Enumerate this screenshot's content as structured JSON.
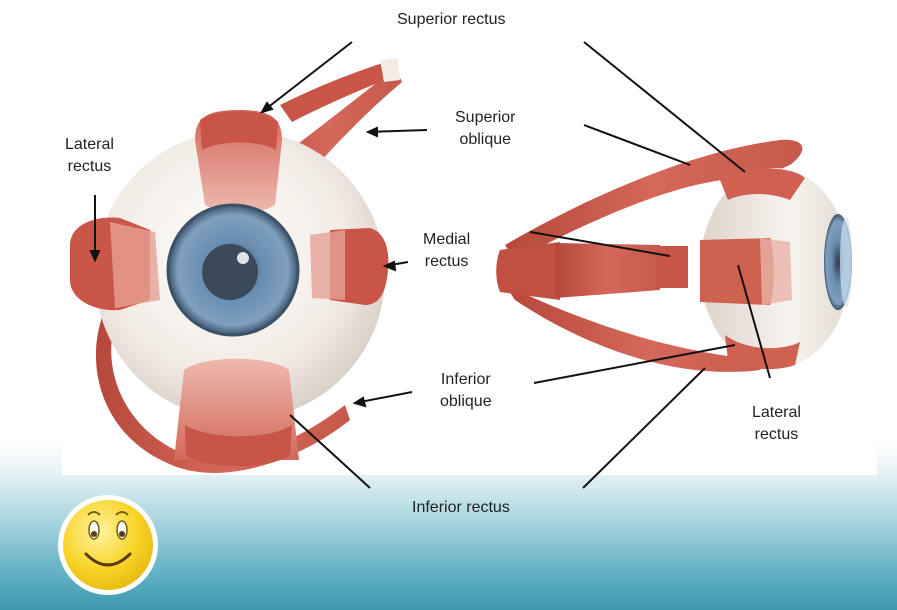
{
  "labels": {
    "superior_rectus": "Superior rectus",
    "superior_oblique": [
      "Superior",
      "oblique"
    ],
    "lateral_rectus_left": [
      "Lateral",
      "rectus"
    ],
    "medial_rectus": [
      "Medial",
      "rectus"
    ],
    "inferior_oblique": [
      "Inferior",
      "oblique"
    ],
    "lateral_rectus_right": [
      "Lateral",
      "rectus"
    ],
    "inferior_rectus": "Inferior rectus"
  },
  "colors": {
    "muscle": "#c9574a",
    "muscle_light": "#e9a59a",
    "sclera": "#f4efe9",
    "iris": "#5b7c9c",
    "pupil": "#3a4a5a",
    "slide_gradient": "#3f98ad",
    "smiley": "#f7d21d"
  },
  "icons": {
    "decoration": "smiley-face-icon"
  }
}
